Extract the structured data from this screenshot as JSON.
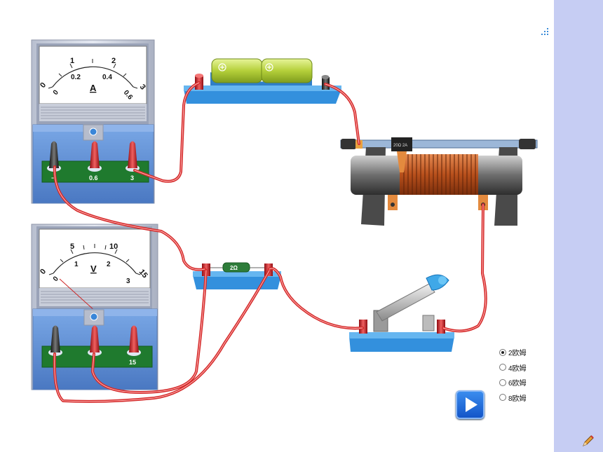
{
  "ammeter": {
    "scale_top": [
      "0",
      "1",
      "2",
      "3"
    ],
    "scale_bottom": [
      "0",
      "0.2",
      "0.4",
      "0.6"
    ],
    "unit": "A",
    "terminals": [
      "−",
      "0.6",
      "3"
    ]
  },
  "voltmeter": {
    "scale_top": [
      "0",
      "5",
      "10",
      "15"
    ],
    "scale_bottom": [
      "0",
      "1",
      "2",
      "3"
    ],
    "unit": "V",
    "terminals": [
      "",
      "",
      "15"
    ]
  },
  "resistor": {
    "label": "2Ω"
  },
  "rheostat": {
    "label": "20Ω 2A"
  },
  "resistance_options": {
    "selected": 0,
    "items": [
      {
        "label": "2欧姆"
      },
      {
        "label": "4欧姆"
      },
      {
        "label": "6欧姆"
      },
      {
        "label": "8欧姆"
      }
    ]
  },
  "colors": {
    "wire": "#d42a2a",
    "base": "#2f88dd",
    "sidebar": "#c6cdf3",
    "accent": "#1a5fd0"
  },
  "icons": {
    "play": "play-icon",
    "pencil": "pencil-icon",
    "dots": "dots-icon"
  }
}
